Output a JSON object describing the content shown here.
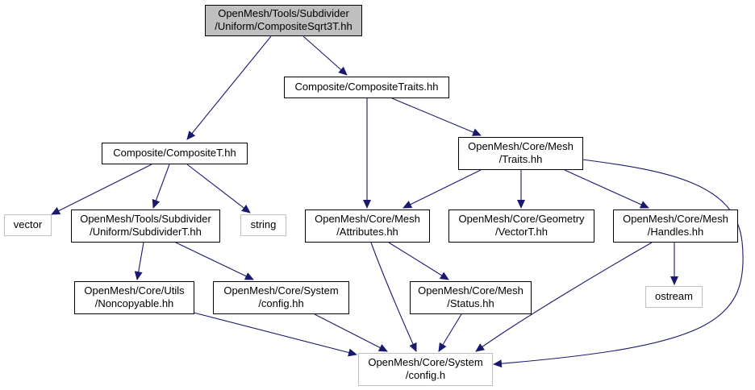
{
  "diagram": {
    "colors": {
      "edge": "#191970",
      "root_fill": "#bfbfbf",
      "node_border": "#000000",
      "external_border": "#bfbfbf",
      "text": "#000000"
    },
    "nodes": [
      {
        "id": "root",
        "lines": [
          "OpenMesh/Tools/Subdivider",
          "/Uniform/CompositeSqrt3T.hh"
        ],
        "kind": "root"
      },
      {
        "id": "compositeTraits",
        "lines": [
          "Composite/CompositeTraits.hh"
        ],
        "kind": "normal"
      },
      {
        "id": "compositeT",
        "lines": [
          "Composite/CompositeT.hh"
        ],
        "kind": "normal"
      },
      {
        "id": "meshTraits",
        "lines": [
          "OpenMesh/Core/Mesh",
          "/Traits.hh"
        ],
        "kind": "normal"
      },
      {
        "id": "vector",
        "lines": [
          "vector"
        ],
        "kind": "external"
      },
      {
        "id": "subdividerT",
        "lines": [
          "OpenMesh/Tools/Subdivider",
          "/Uniform/SubdividerT.hh"
        ],
        "kind": "normal"
      },
      {
        "id": "string",
        "lines": [
          "string"
        ],
        "kind": "external"
      },
      {
        "id": "attributes",
        "lines": [
          "OpenMesh/Core/Mesh",
          "/Attributes.hh"
        ],
        "kind": "normal"
      },
      {
        "id": "vectorT",
        "lines": [
          "OpenMesh/Core/Geometry",
          "/VectorT.hh"
        ],
        "kind": "normal"
      },
      {
        "id": "handles",
        "lines": [
          "OpenMesh/Core/Mesh",
          "/Handles.hh"
        ],
        "kind": "normal"
      },
      {
        "id": "noncopyable",
        "lines": [
          "OpenMesh/Core/Utils",
          "/Noncopyable.hh"
        ],
        "kind": "normal"
      },
      {
        "id": "configHH",
        "lines": [
          "OpenMesh/Core/System",
          "/config.hh"
        ],
        "kind": "normal"
      },
      {
        "id": "status",
        "lines": [
          "OpenMesh/Core/Mesh",
          "/Status.hh"
        ],
        "kind": "normal"
      },
      {
        "id": "ostream",
        "lines": [
          "ostream"
        ],
        "kind": "external"
      },
      {
        "id": "configH",
        "lines": [
          "OpenMesh/Core/System",
          "/config.h"
        ],
        "kind": "external"
      }
    ],
    "edges": [
      {
        "from": "root",
        "to": "compositeT"
      },
      {
        "from": "root",
        "to": "compositeTraits"
      },
      {
        "from": "compositeTraits",
        "to": "attributes"
      },
      {
        "from": "compositeTraits",
        "to": "meshTraits"
      },
      {
        "from": "compositeT",
        "to": "vector"
      },
      {
        "from": "compositeT",
        "to": "subdividerT"
      },
      {
        "from": "compositeT",
        "to": "string"
      },
      {
        "from": "meshTraits",
        "to": "attributes"
      },
      {
        "from": "meshTraits",
        "to": "vectorT"
      },
      {
        "from": "meshTraits",
        "to": "handles"
      },
      {
        "from": "meshTraits",
        "to": "configH"
      },
      {
        "from": "subdividerT",
        "to": "noncopyable"
      },
      {
        "from": "subdividerT",
        "to": "configHH"
      },
      {
        "from": "attributes",
        "to": "status"
      },
      {
        "from": "attributes",
        "to": "configH"
      },
      {
        "from": "handles",
        "to": "ostream"
      },
      {
        "from": "handles",
        "to": "configH"
      },
      {
        "from": "noncopyable",
        "to": "configH"
      },
      {
        "from": "configHH",
        "to": "configH"
      },
      {
        "from": "status",
        "to": "configH"
      }
    ]
  }
}
